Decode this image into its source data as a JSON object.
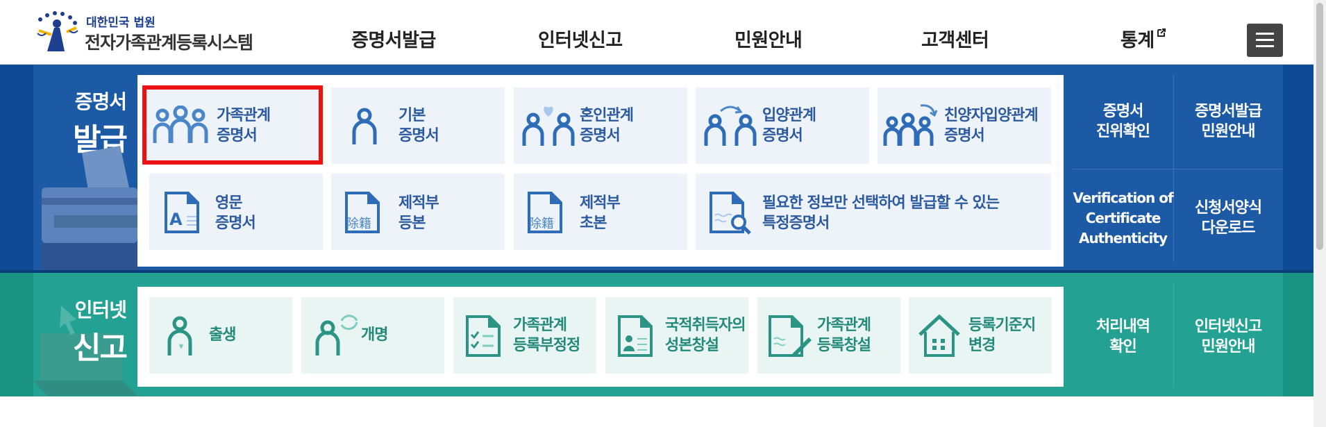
{
  "header": {
    "logo_small": "대한민국 법원",
    "logo_big": "전자가족관계등록시스템",
    "nav": [
      "증명서발급",
      "인터넷신고",
      "민원안내",
      "고객센터",
      "통계"
    ],
    "menu_icon": "hamburger-icon",
    "external_icon": "external-link-icon"
  },
  "cert": {
    "title_line1": "증명서",
    "title_line2": "발급",
    "cards_row1": [
      {
        "line1": "가족관계",
        "line2": "증명서",
        "icon": "family-icon"
      },
      {
        "line1": "기본",
        "line2": "증명서",
        "icon": "person-icon"
      },
      {
        "line1": "혼인관계",
        "line2": "증명서",
        "icon": "couple-heart-icon"
      },
      {
        "line1": "입양관계",
        "line2": "증명서",
        "icon": "adoption-icon"
      },
      {
        "line1": "친양자입양관계",
        "line2": "증명서",
        "icon": "full-adoption-icon"
      }
    ],
    "cards_row2": [
      {
        "line1": "영문",
        "line2": "증명서",
        "icon": "english-doc-icon",
        "glyph": "A"
      },
      {
        "line1": "제적부",
        "line2": "등본",
        "icon": "register-doc-icon",
        "glyph": "除籍"
      },
      {
        "line1": "제적부",
        "line2": "초본",
        "icon": "register-doc-icon",
        "glyph": "除籍"
      },
      {
        "line1": "필요한 정보만 선택하여 발급할 수 있는",
        "line2": "특정증명서",
        "icon": "doc-search-icon"
      }
    ],
    "side": {
      "verify_line1": "증명서",
      "verify_line2": "진위확인",
      "guide_line1": "증명서발급",
      "guide_line2": "민원안내",
      "eng_line1": "Verification of",
      "eng_line2": "Certificate",
      "eng_line3": "Authenticity",
      "form_line1": "신청서양식",
      "form_line2": "다운로드"
    }
  },
  "report": {
    "title_line1": "인터넷",
    "title_line2": "신고",
    "cards": [
      {
        "line1": "출생",
        "line2": "",
        "icon": "birth-icon"
      },
      {
        "line1": "개명",
        "line2": "",
        "icon": "rename-icon"
      },
      {
        "line1": "가족관계",
        "line2": "등록부정정",
        "icon": "checklist-doc-icon"
      },
      {
        "line1": "국적취득자의",
        "line2": "성본창설",
        "icon": "id-doc-icon"
      },
      {
        "line1": "가족관계",
        "line2": "등록창설",
        "icon": "doc-write-icon"
      },
      {
        "line1": "등록기준지",
        "line2": "변경",
        "icon": "house-icon"
      }
    ],
    "side": {
      "history_line1": "처리내역",
      "history_line2": "확인",
      "guide_line1": "인터넷신고",
      "guide_line2": "민원안내"
    }
  },
  "colors": {
    "cert_band": "#1c5aa6",
    "report_band": "#23a192",
    "highlight": "#ee1111"
  }
}
